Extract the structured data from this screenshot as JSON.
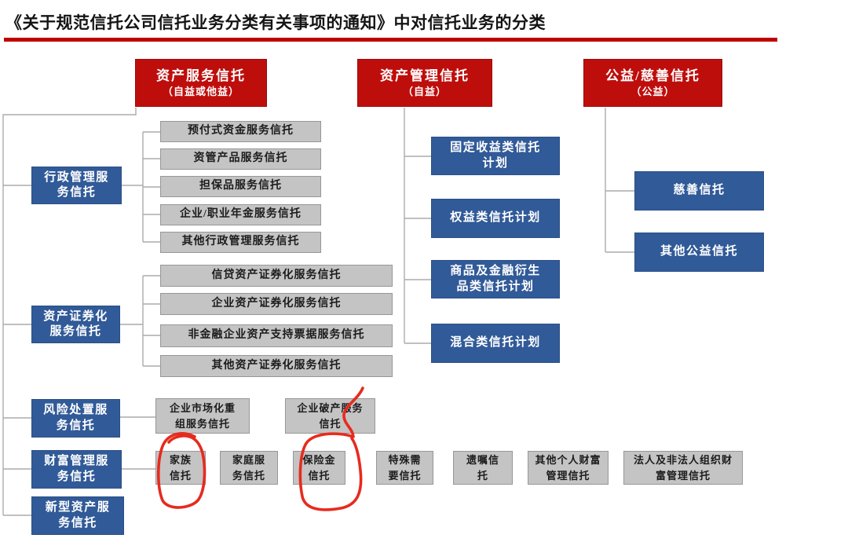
{
  "page_title": "《关于规范信托公司信托业务分类有关事项的通知》中对信托业务的分类",
  "colors": {
    "header_red": "#BE0E0C",
    "category_blue": "#315A98",
    "leaf_gray": "#C4C4C4",
    "connector_gray": "#ACACAC",
    "annotation_red": "#E62B1E",
    "title_rule_red": "#C00000"
  },
  "columns": {
    "asset_service": {
      "header": "资产服务信托",
      "header_note": "（自益或他益）",
      "admin": {
        "label": "行政管理服\n务信托",
        "items": [
          "预付式资金服务信托",
          "资管产品服务信托",
          "担保品服务信托",
          "企业/职业年金服务信托",
          "其他行政管理服务信托"
        ]
      },
      "securitization": {
        "label": "资产证券化\n服务信托",
        "items": [
          "信贷资产证券化服务信托",
          "企业资产证券化服务信托",
          "非金融企业资产支持票据服务信托",
          "其他资产证券化服务信托"
        ]
      },
      "risk_disposal": {
        "label": "风险处置服\n务信托",
        "items": [
          "企业市场化重\n组服务信托",
          "企业破产服务\n信托"
        ]
      },
      "wealth_management": {
        "label": "财富管理服\n务信托",
        "items": [
          "家族\n信托",
          "家庭服\n务信托",
          "保险金\n信托",
          "特殊需\n要信托",
          "遗嘱信\n托",
          "其他个人财富\n管理信托",
          "法人及非法人组织财\n富管理信托"
        ]
      },
      "new_type": {
        "label": "新型资产服\n务信托"
      }
    },
    "asset_management": {
      "header": "资产管理信托",
      "header_note": "（自益）",
      "items": [
        "固定收益类信托\n计划",
        "权益类信托计划",
        "商品及金融衍生\n品类信托计划",
        "混合类信托计划"
      ]
    },
    "charity": {
      "header": "公益/慈善信托",
      "header_note": "（公益）",
      "items": [
        "慈善信托",
        "其他公益信托"
      ]
    }
  },
  "annotations": {
    "circled_items": [
      "家族信托",
      "保险金信托"
    ]
  }
}
